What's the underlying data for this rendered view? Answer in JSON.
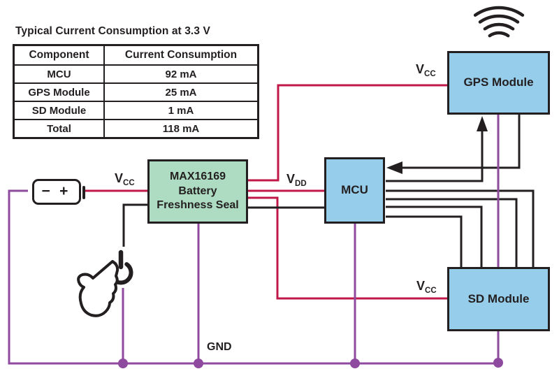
{
  "title_area": {
    "table_title": "Typical Current Consumption at 3.3 V"
  },
  "table": {
    "headers": [
      "Component",
      "Current Consumption"
    ],
    "rows": [
      {
        "component": "MCU",
        "current": "92 mA"
      },
      {
        "component": "GPS Module",
        "current": "25 mA"
      },
      {
        "component": "SD Module",
        "current": "1 mA"
      },
      {
        "component": "Total",
        "current": "118 mA"
      }
    ]
  },
  "blocks": {
    "regulator": {
      "line1": "MAX16169",
      "line2": "Battery",
      "line3": "Freshness Seal"
    },
    "mcu": {
      "label": "MCU"
    },
    "gps": {
      "label": "GPS Module"
    },
    "sd": {
      "label": "SD Module"
    }
  },
  "battery": {
    "minus": "−",
    "plus": "+"
  },
  "labels": {
    "vcc_battery": {
      "base": "V",
      "sub": "CC"
    },
    "vdd": {
      "base": "V",
      "sub": "DD"
    },
    "vcc_gps": {
      "base": "V",
      "sub": "CC"
    },
    "vcc_sd": {
      "base": "V",
      "sub": "CC"
    },
    "gnd": "GND"
  },
  "icons": {
    "wifi": "wifi-signal-icon",
    "power": "power-button-icon",
    "hand": "pressing-hand-icon",
    "battery": "battery-icon",
    "junction": "ground-junction-dot"
  },
  "colors": {
    "wire_power_red": "#c01848",
    "wire_signal_black": "#231f20",
    "wire_ground_purple": "#8d4a9e",
    "block_regulator_green": "#aedcc2",
    "block_module_blue": "#96cdeb"
  }
}
